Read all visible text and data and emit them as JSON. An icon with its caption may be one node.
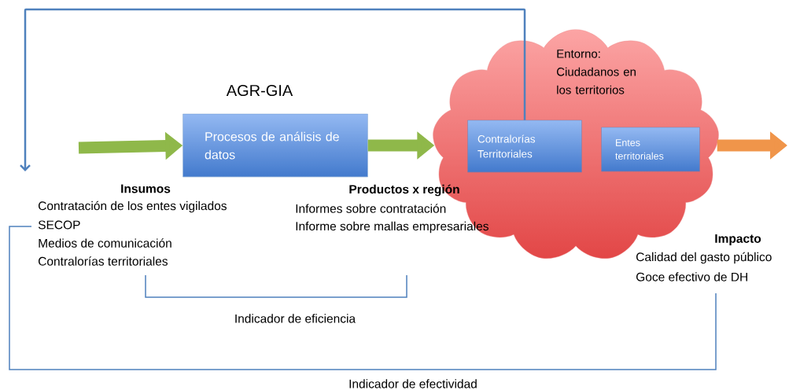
{
  "diagram": {
    "nodes": [
      {
        "text": [
          "AGR-GIA",
          "Procesos de análisis de datos"
        ]
      },
      {
        "text": [
          "Entorno: Ciudadanos en los territorios"
        ]
      },
      {
        "text": [
          "Contralorías Territoriales"
        ],
        "in": 1
      },
      {
        "text": [
          "Entes territoriales"
        ],
        "in": 1
      }
    ],
    "edges": [
      {
        "from": null,
        "to": 0,
        "arrow": "to"
      },
      {
        "from": 0,
        "to": 1,
        "arrow": "to"
      },
      {
        "from": 1,
        "to": null,
        "arrow": "to",
        "color": "#f0954a"
      },
      {
        "from": 2,
        "to": null,
        "arrow": "to",
        "color": "#4f81bd"
      }
    ],
    "labels": [
      "Insumos",
      "Contratación de los entes vigilados",
      "SECOP",
      "Medios de comunicación",
      "Contralorías territoriales",
      "Productos x región",
      "Informes sobre contratación",
      "Informe sobre mallas empresariales",
      "Impacto",
      "Calidad del gasto público",
      "Goce efectivo de DH",
      "Indicador de eficiencia",
      "Indicador de efectividad"
    ]
  }
}
